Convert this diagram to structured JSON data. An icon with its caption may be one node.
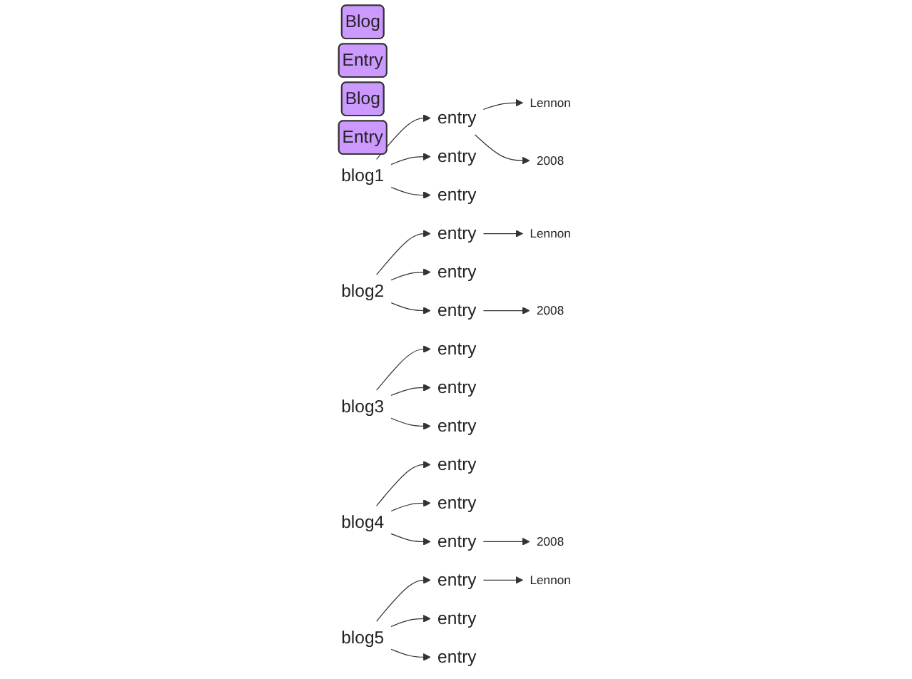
{
  "diagram": {
    "nodes": [
      {
        "text": [
          "Blog"
        ]
      },
      {
        "text": [
          "Entry"
        ]
      },
      {
        "text": [
          "Blog"
        ]
      },
      {
        "text": [
          "Entry"
        ]
      },
      {
        "text": [
          "blog1"
        ]
      },
      {
        "text": [
          "entry"
        ]
      },
      {
        "text": [
          "entry"
        ]
      },
      {
        "text": [
          "entry"
        ]
      },
      {
        "text": [
          "Lennon"
        ]
      },
      {
        "text": [
          "2008"
        ]
      },
      {
        "text": [
          "blog2"
        ]
      },
      {
        "text": [
          "entry"
        ]
      },
      {
        "text": [
          "entry"
        ]
      },
      {
        "text": [
          "entry"
        ]
      },
      {
        "text": [
          "Lennon"
        ]
      },
      {
        "text": [
          "2008"
        ]
      },
      {
        "text": [
          "blog3"
        ]
      },
      {
        "text": [
          "entry"
        ]
      },
      {
        "text": [
          "entry"
        ]
      },
      {
        "text": [
          "entry"
        ]
      },
      {
        "text": [
          "blog4"
        ]
      },
      {
        "text": [
          "entry"
        ]
      },
      {
        "text": [
          "entry"
        ]
      },
      {
        "text": [
          "entry"
        ]
      },
      {
        "text": [
          "2008"
        ]
      },
      {
        "text": [
          "blog5"
        ]
      },
      {
        "text": [
          "entry"
        ]
      },
      {
        "text": [
          "entry"
        ]
      },
      {
        "text": [
          "entry"
        ]
      },
      {
        "text": [
          "Lennon"
        ]
      }
    ],
    "edges": [
      {
        "from": 4,
        "to": 5,
        "arrow": "to"
      },
      {
        "from": 4,
        "to": 6,
        "arrow": "to"
      },
      {
        "from": 4,
        "to": 7,
        "arrow": "to"
      },
      {
        "from": 5,
        "to": 8,
        "arrow": "to"
      },
      {
        "from": 5,
        "to": 9,
        "arrow": "to"
      },
      {
        "from": 10,
        "to": 11,
        "arrow": "to"
      },
      {
        "from": 10,
        "to": 12,
        "arrow": "to"
      },
      {
        "from": 10,
        "to": 13,
        "arrow": "to"
      },
      {
        "from": 11,
        "to": 14,
        "arrow": "to"
      },
      {
        "from": 13,
        "to": 15,
        "arrow": "to"
      },
      {
        "from": 16,
        "to": 17,
        "arrow": "to"
      },
      {
        "from": 16,
        "to": 18,
        "arrow": "to"
      },
      {
        "from": 16,
        "to": 19,
        "arrow": "to"
      },
      {
        "from": 20,
        "to": 21,
        "arrow": "to"
      },
      {
        "from": 20,
        "to": 22,
        "arrow": "to"
      },
      {
        "from": 20,
        "to": 23,
        "arrow": "to"
      },
      {
        "from": 23,
        "to": 24,
        "arrow": "to"
      },
      {
        "from": 25,
        "to": 26,
        "arrow": "to"
      },
      {
        "from": 25,
        "to": 27,
        "arrow": "to"
      },
      {
        "from": 25,
        "to": 28,
        "arrow": "to"
      },
      {
        "from": 26,
        "to": 29,
        "arrow": "to"
      }
    ]
  }
}
